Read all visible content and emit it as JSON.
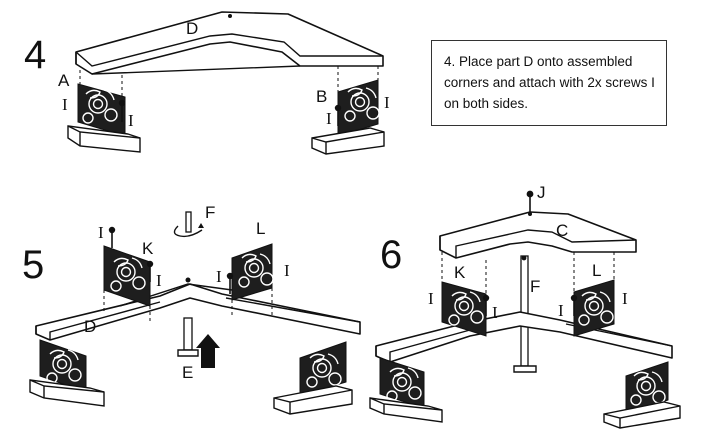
{
  "steps": {
    "step4": {
      "number": "4",
      "part_top": "D",
      "part_left": "A",
      "part_right": "B",
      "screw": "I"
    },
    "step5": {
      "number": "5",
      "part_pole": "F",
      "part_left": "K",
      "part_right": "L",
      "part_shelf": "D",
      "part_base": "E",
      "screw": "I"
    },
    "step6": {
      "number": "6",
      "part_top_screw": "J",
      "part_top": "C",
      "part_left": "K",
      "part_right": "L",
      "part_pole": "F",
      "screw": "I"
    }
  },
  "instruction": "4. Place part D onto assembled corners and attach with 2x screws I on both sides."
}
